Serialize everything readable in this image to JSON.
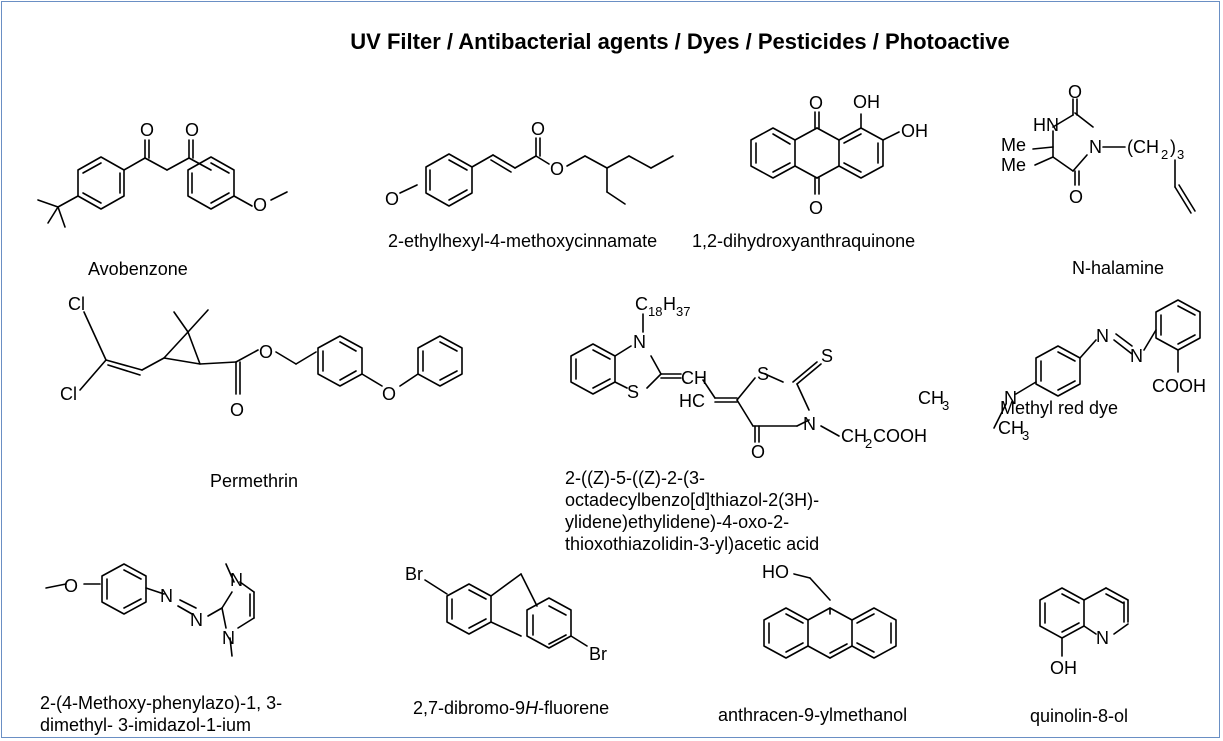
{
  "title": "UV Filter / Antibacterial agents / Dyes / Pesticides / Photoactive",
  "compounds": [
    {
      "name": "Avobenzone"
    },
    {
      "name": "2-ethylhexyl-4-methoxycinnamate"
    },
    {
      "name": "1,2-dihydroxyanthraquinone"
    },
    {
      "name": "N-halamine"
    },
    {
      "name": "Permethrin"
    },
    {
      "name": "2-((Z)-5-((Z)-2-(3-octadecylbenzo[d]thiazol-2(3H)-ylidene)ethylidene)-4-oxo-2-thioxothiazolidin-3-yl)acetic acid",
      "lines": [
        "2-((Z)-5-((Z)-2-(3-",
        "octadecylbenzo[d]thiazol-2(3H)-",
        "ylidene)ethylidene)-4-oxo-2-",
        "thioxothiazolidin-3-yl)acetic acid"
      ]
    },
    {
      "name": "Methyl red dye"
    },
    {
      "name": "2-(4-Methoxy-phenylazo)-1, 3-dimethyl- 3-imidazol-1-ium",
      "lines": [
        "2-(4-Methoxy-phenylazo)-1, 3-",
        "dimethyl- 3-imidazol-1-ium"
      ]
    },
    {
      "name_prefix": "2,7-dibromo-9",
      "name_italic": "H",
      "name_suffix": "-fluorene"
    },
    {
      "name": "anthracen-9-ylmethanol"
    },
    {
      "name": "quinolin-8-ol"
    }
  ],
  "atoms": {
    "O": "O",
    "OH": "OH",
    "HO": "HO",
    "N": "N",
    "HN": "HN",
    "S": "S",
    "Cl": "Cl",
    "Br": "Br",
    "Me": "Me",
    "HC": "HC",
    "CH": "CH",
    "CH3": "CH",
    "sub3": "3",
    "CH2": "CH",
    "sub2": "2",
    "COOH": "COOH",
    "C18H37_C": "C",
    "C18H37_18": "18",
    "C18H37_H": "H",
    "C18H37_37": "37",
    "CH2COOH_CH": "CH",
    "CH2COOH_2": "2",
    "CH2COOH_rest": "COOH",
    "CH23_paren": "(CH",
    "CH23_2": "2",
    "CH23_close": ")",
    "CH23_3": "3"
  }
}
